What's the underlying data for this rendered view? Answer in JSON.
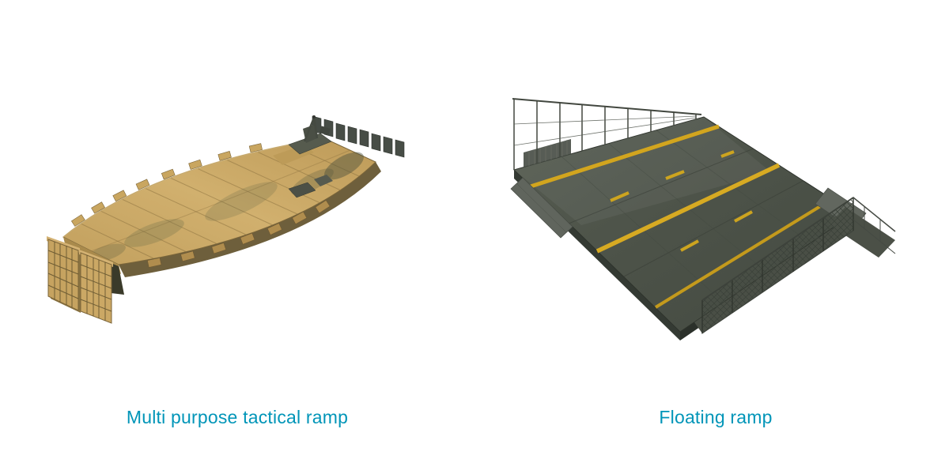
{
  "page": {
    "background": "#ffffff"
  },
  "products": [
    {
      "id": "tactical-ramp",
      "caption": "Multi purpose tactical ramp"
    },
    {
      "id": "floating-ramp",
      "caption": "Floating ramp"
    }
  ],
  "colors": {
    "caption_text": "#0095b8",
    "tactical_ramp_body": "#c9a463",
    "tactical_ramp_shadow": "#6e5f3c",
    "floating_ramp_deck": "#4e544a",
    "lane_marking_yellow": "#d2a51e",
    "flap_grey": "#61665e",
    "railing_grey": "#42473f"
  }
}
